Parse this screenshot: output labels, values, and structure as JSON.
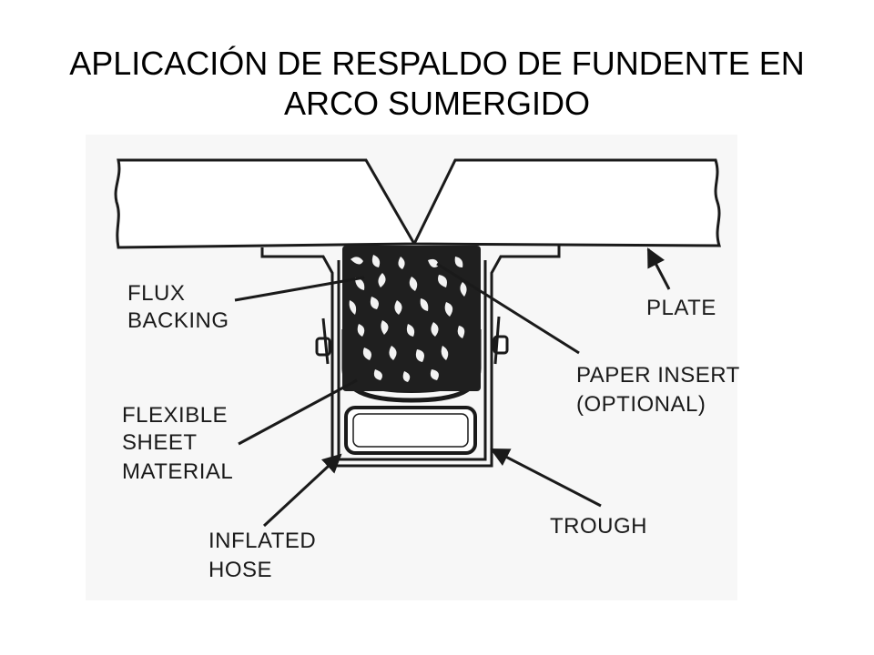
{
  "title": {
    "line1": "APLICACIÓN DE RESPALDO DE FUNDENTE EN",
    "line2": "ARCO SUMERGIDO"
  },
  "labels": {
    "flux_backing": [
      "FLUX",
      "BACKING"
    ],
    "plate": "PLATE",
    "paper_insert": [
      "PAPER INSERT",
      "(OPTIONAL)"
    ],
    "flexible_sheet": [
      "FLEXIBLE",
      "SHEET",
      "MATERIAL"
    ],
    "inflated_hose": [
      "INFLATED",
      "HOSE"
    ],
    "trough": "TROUGH"
  },
  "colors": {
    "ink": "#1a1a1a",
    "background": "#ffffff",
    "figure_panel": "#f7f7f7"
  }
}
